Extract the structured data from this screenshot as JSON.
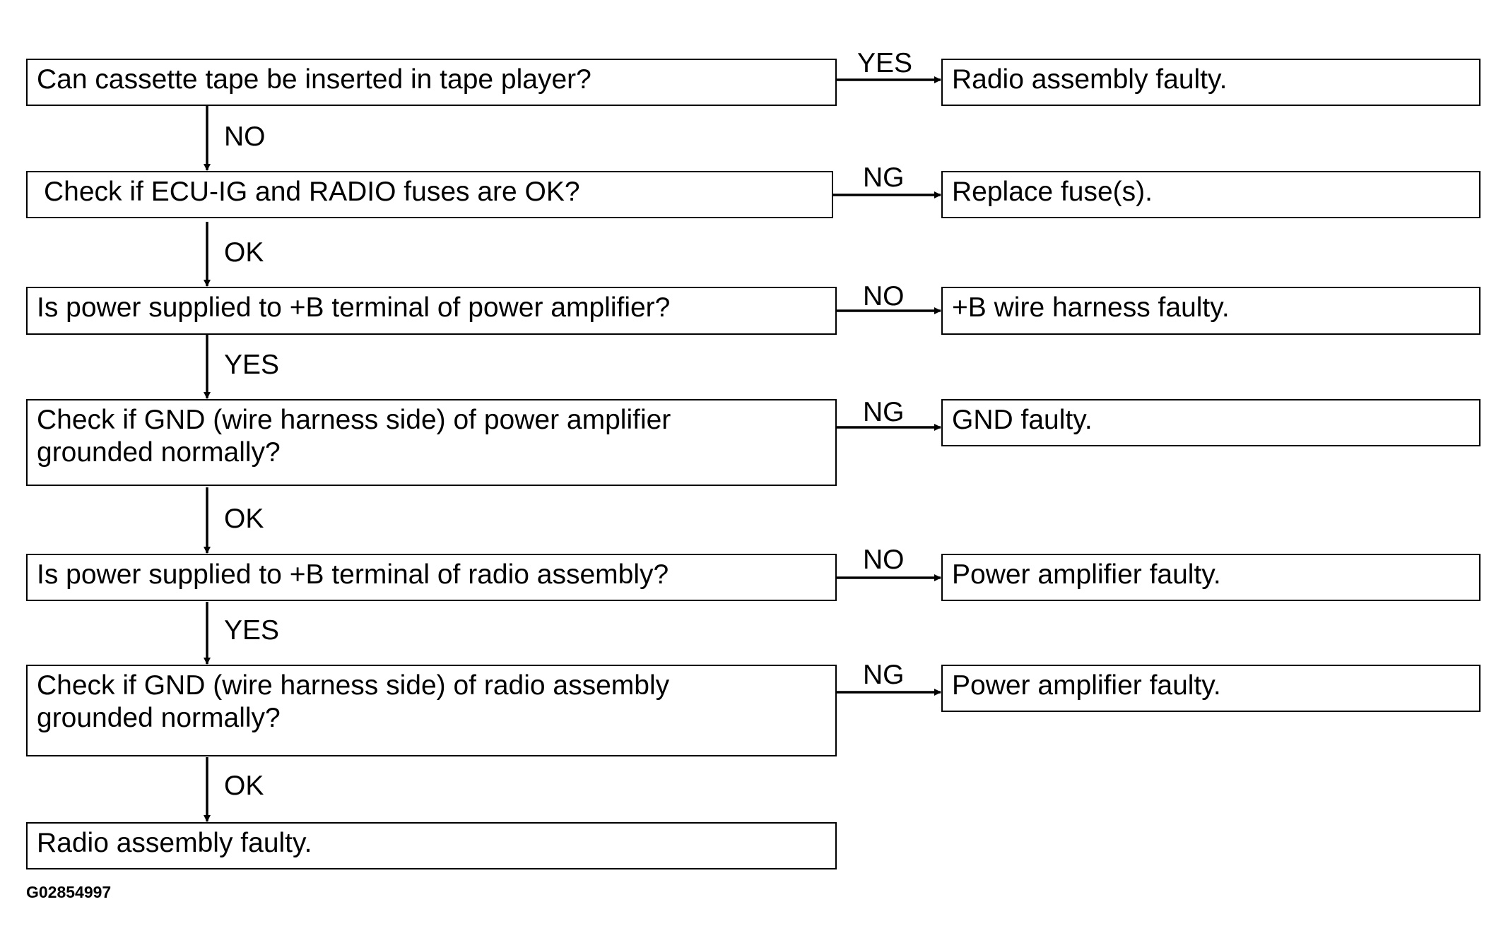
{
  "flowchart": {
    "steps": [
      {
        "question": [
          "Can cassette tape be inserted in tape player?"
        ],
        "branch_label": "YES",
        "result": "Radio assembly faulty.",
        "down_label": "NO"
      },
      {
        "question": [
          "Check if ECU-IG and RADIO fuses are OK?"
        ],
        "branch_label": "NG",
        "result": "Replace fuse(s).",
        "down_label": "OK"
      },
      {
        "question": [
          "Is power supplied to +B terminal of power amplifier?"
        ],
        "branch_label": "NO",
        "result": "+B wire harness faulty.",
        "down_label": "YES"
      },
      {
        "question": [
          "Check if GND (wire harness side) of power amplifier",
          "grounded normally?"
        ],
        "branch_label": "NG",
        "result": "GND faulty.",
        "down_label": "OK"
      },
      {
        "question": [
          "Is power supplied to +B terminal of radio assembly?"
        ],
        "branch_label": "NO",
        "result": "Power amplifier faulty.",
        "down_label": "YES"
      },
      {
        "question": [
          "Check if GND (wire harness side) of radio assembly",
          "grounded normally?"
        ],
        "branch_label": "NG",
        "result": "Power amplifier faulty.",
        "down_label": "OK"
      }
    ],
    "final_result": "Radio assembly faulty."
  },
  "figure_code": "G02854997",
  "colors": {
    "line": "#000000",
    "background": "#ffffff"
  }
}
